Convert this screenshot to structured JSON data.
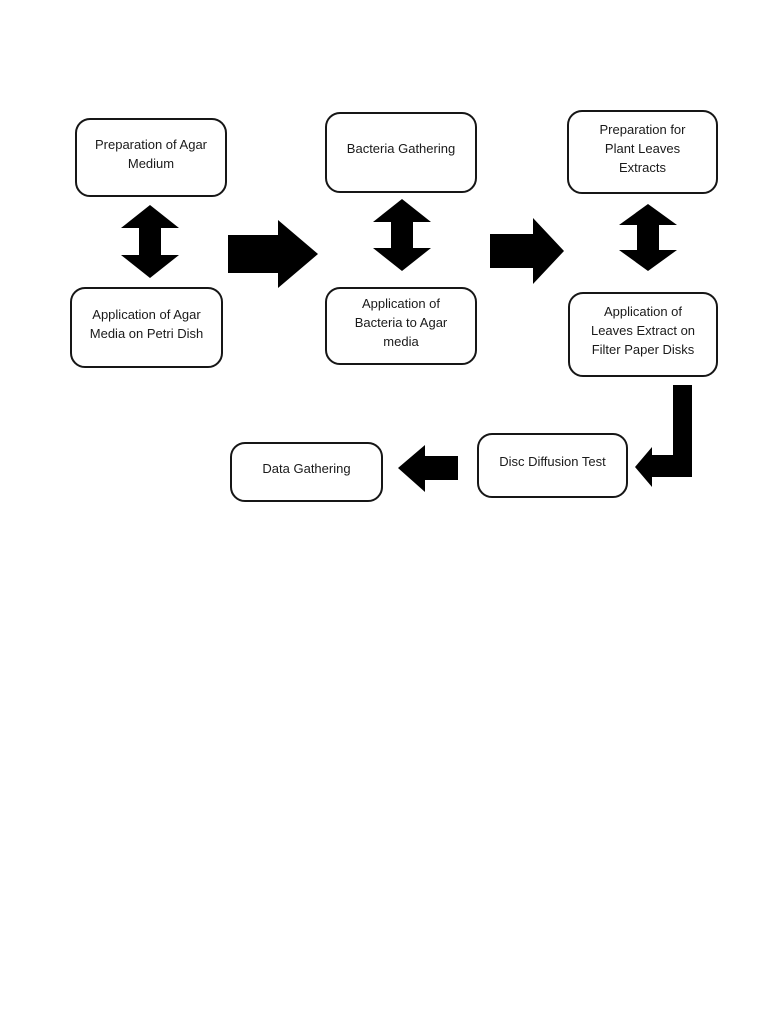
{
  "page": {
    "background": "#ffffff"
  },
  "flowchart": {
    "arrow_color": "#000000",
    "node_border_color": "#161616",
    "nodes": [
      {
        "id": "prep-agar-medium",
        "label": "Preparation of Agar\nMedium"
      },
      {
        "id": "application-agar-media",
        "label": "Application of Agar\nMedia on Petri Dish"
      },
      {
        "id": "bacteria-gathering",
        "label": "Bacteria Gathering"
      },
      {
        "id": "application-bacteria",
        "label": "Application of\nBacteria to Agar\nmedia"
      },
      {
        "id": "prep-plant-leaves-extracts",
        "label": "Preparation for\nPlant Leaves\nExtracts"
      },
      {
        "id": "application-leaves-extract",
        "label": "Application of\nLeaves Extract on\nFilter Paper Disks"
      },
      {
        "id": "disc-diffusion-test",
        "label": "Disc Diffusion Test"
      },
      {
        "id": "data-gathering",
        "label": "Data Gathering"
      }
    ],
    "connectors": [
      {
        "from": "prep-agar-medium",
        "to": "application-agar-media",
        "type": "double-vertical-arrow"
      },
      {
        "from": "application-agar-media",
        "to": "bacteria-gathering",
        "type": "right-arrow"
      },
      {
        "from": "bacteria-gathering",
        "to": "application-bacteria",
        "type": "double-vertical-arrow"
      },
      {
        "from": "application-bacteria",
        "to": "prep-plant-leaves-extracts",
        "type": "right-arrow"
      },
      {
        "from": "prep-plant-leaves-extracts",
        "to": "application-leaves-extract",
        "type": "double-vertical-arrow"
      },
      {
        "from": "application-leaves-extract",
        "to": "disc-diffusion-test",
        "type": "elbow-down-left-arrow"
      },
      {
        "from": "disc-diffusion-test",
        "to": "data-gathering",
        "type": "left-arrow"
      }
    ]
  }
}
